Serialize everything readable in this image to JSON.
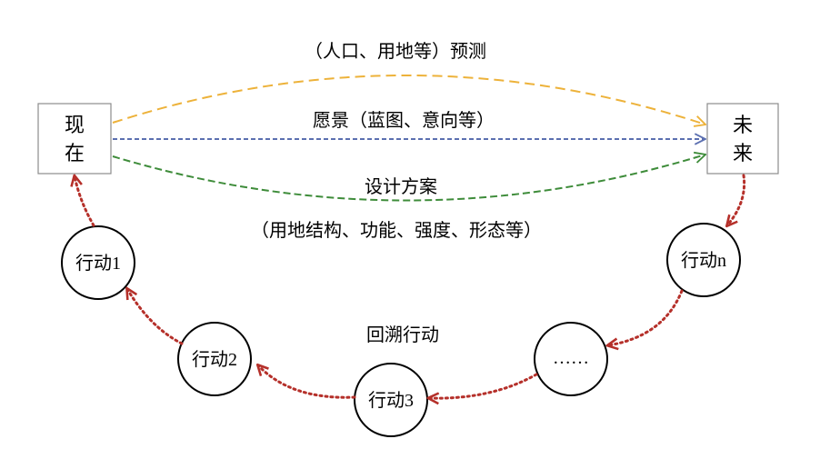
{
  "present_box": {
    "line1": "现",
    "line2": "在"
  },
  "future_box": {
    "line1": "未",
    "line2": "来"
  },
  "labels": {
    "forecast": "（人口、用地等）预测",
    "vision": "愿景（蓝图、意向等）",
    "design": "设计方案",
    "design_detail": "（用地结构、功能、强度、形态等）",
    "backcasting": "回溯行动"
  },
  "actions": {
    "a1": "行动1",
    "a2": "行动2",
    "a3": "行动3",
    "ellipsis": "……",
    "an": "行动n"
  },
  "colors": {
    "forecast_arc": "#EDB23A",
    "vision_arc": "#5B6FB0",
    "design_arc": "#3E8C3A",
    "backcast_arrows": "#B5302A",
    "box_border": "#8C8C8C"
  }
}
